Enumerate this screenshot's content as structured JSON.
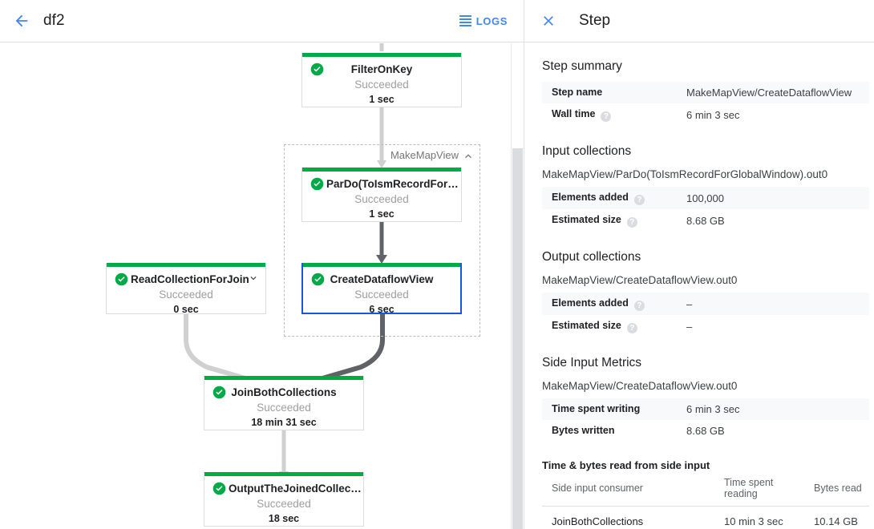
{
  "left_header": {
    "back_icon": "arrow-back-icon",
    "job_name": "df2",
    "logs_label": "LOGS",
    "logs_icon": "logs-list-icon"
  },
  "graph": {
    "group": {
      "label": "MakeMapView",
      "collapse_icon": "chevron-up-icon"
    },
    "nodes": [
      {
        "id": "filter-on-key",
        "name": "FilterOnKey",
        "status": "Succeeded",
        "time": "1 sec",
        "status_icon": "check-circle-icon",
        "selected": false,
        "has_expand": false
      },
      {
        "id": "pardo-toismrecordfor",
        "name": "ParDo(ToIsmRecordFor…",
        "status": "Succeeded",
        "time": "1 sec",
        "status_icon": "check-circle-icon",
        "selected": false,
        "has_expand": false
      },
      {
        "id": "create-dataflow-view",
        "name": "CreateDataflowView",
        "status": "Succeeded",
        "time": "6 sec",
        "status_icon": "check-circle-icon",
        "selected": true,
        "has_expand": false
      },
      {
        "id": "read-collection-for-join",
        "name": "ReadCollectionForJoin",
        "status": "Succeeded",
        "time": "0 sec",
        "status_icon": "check-circle-icon",
        "selected": false,
        "has_expand": true,
        "expand_icon": "chevron-down-icon"
      },
      {
        "id": "join-both-collections",
        "name": "JoinBothCollections",
        "status": "Succeeded",
        "time": "18 min 31 sec",
        "status_icon": "check-circle-icon",
        "selected": false,
        "has_expand": false
      },
      {
        "id": "output-the-joined-collec",
        "name": "OutputTheJoinedCollec…",
        "status": "Succeeded",
        "time": "18 sec",
        "status_icon": "check-circle-icon",
        "selected": false,
        "has_expand": false
      }
    ],
    "colors": {
      "status_bar": "#00ab47",
      "selected_border": "#1a56db",
      "edge_light": "#d0d0d0",
      "edge_dark": "#5f6368"
    }
  },
  "scrollbar": {
    "name": "vertical-scrollbar"
  },
  "panel": {
    "close_icon": "close-icon",
    "title": "Step",
    "step_summary": {
      "heading": "Step summary",
      "rows": [
        {
          "key": "Step name",
          "value": "MakeMapView/CreateDataflowView",
          "help": false
        },
        {
          "key": "Wall time",
          "value": "6 min 3 sec",
          "help": true
        }
      ]
    },
    "input_collections": {
      "heading": "Input collections",
      "collection": "MakeMapView/ParDo(ToIsmRecordForGlobalWindow).out0",
      "rows": [
        {
          "key": "Elements added",
          "value": "100,000",
          "help": true
        },
        {
          "key": "Estimated size",
          "value": "8.68 GB",
          "help": true
        }
      ]
    },
    "output_collections": {
      "heading": "Output collections",
      "collection": "MakeMapView/CreateDataflowView.out0",
      "rows": [
        {
          "key": "Elements added",
          "value": "–",
          "help": true
        },
        {
          "key": "Estimated size",
          "value": "–",
          "help": true
        }
      ]
    },
    "side_input_metrics": {
      "heading": "Side Input Metrics",
      "collection": "MakeMapView/CreateDataflowView.out0",
      "rows": [
        {
          "key": "Time spent writing",
          "value": "6 min 3 sec",
          "help": false
        },
        {
          "key": "Bytes written",
          "value": "8.68 GB",
          "help": false
        }
      ]
    },
    "side_input_table": {
      "heading": "Time & bytes read from side input",
      "columns": [
        "Side input consumer",
        "Time spent reading",
        "Bytes read"
      ],
      "rows": [
        [
          "JoinBothCollections",
          "10 min 3 sec",
          "10.14 GB"
        ]
      ]
    },
    "help_glyph": "?"
  }
}
